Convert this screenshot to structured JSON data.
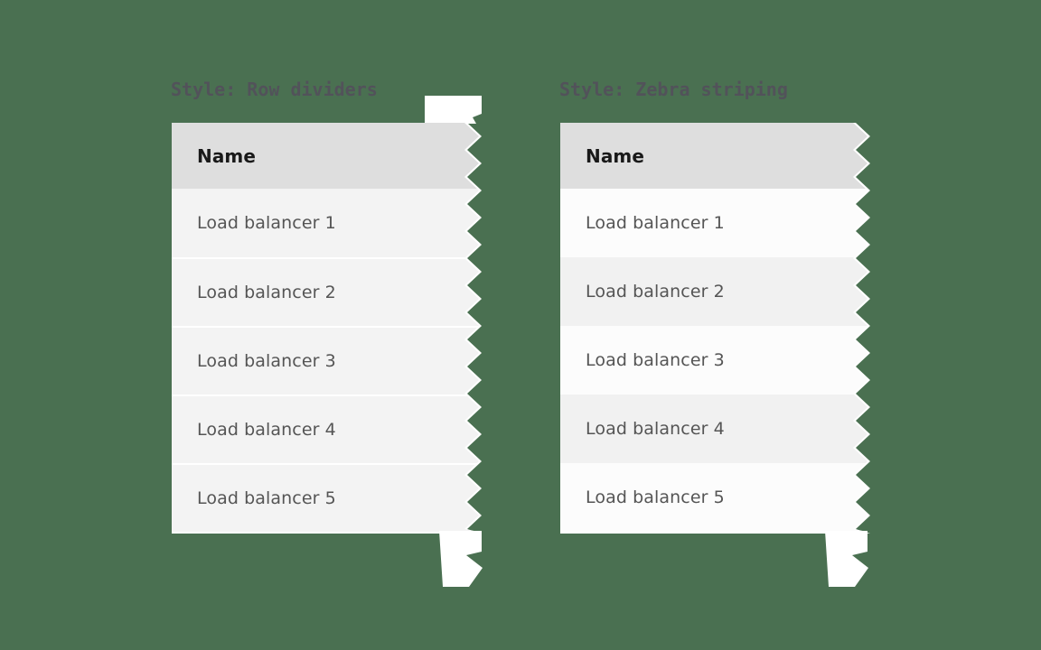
{
  "page": {
    "description": "Data table style comparison illustration"
  },
  "colors": {
    "page_bg": "#4a7051",
    "header_bg": "#dedede",
    "row_bg": "#f3f3f3",
    "divider": "#ffffff",
    "zebra_bg": "#fcfcfc",
    "zebra_alt_bg": "#f1f1f1",
    "row_text": "#555555",
    "header_text": "#191919",
    "title_text": "#52525a",
    "tear_edge": "#ffffff"
  },
  "examples": [
    {
      "title": "Style: Row dividers",
      "header": "Name",
      "rows": [
        "Load balancer 1",
        "Load balancer 2",
        "Load balancer 3",
        "Load balancer 4",
        "Load balancer 5"
      ]
    },
    {
      "title": "Style: Zebra striping",
      "header": "Name",
      "rows": [
        "Load balancer 1",
        "Load balancer 2",
        "Load balancer 3",
        "Load balancer 4",
        "Load balancer 5"
      ]
    }
  ]
}
